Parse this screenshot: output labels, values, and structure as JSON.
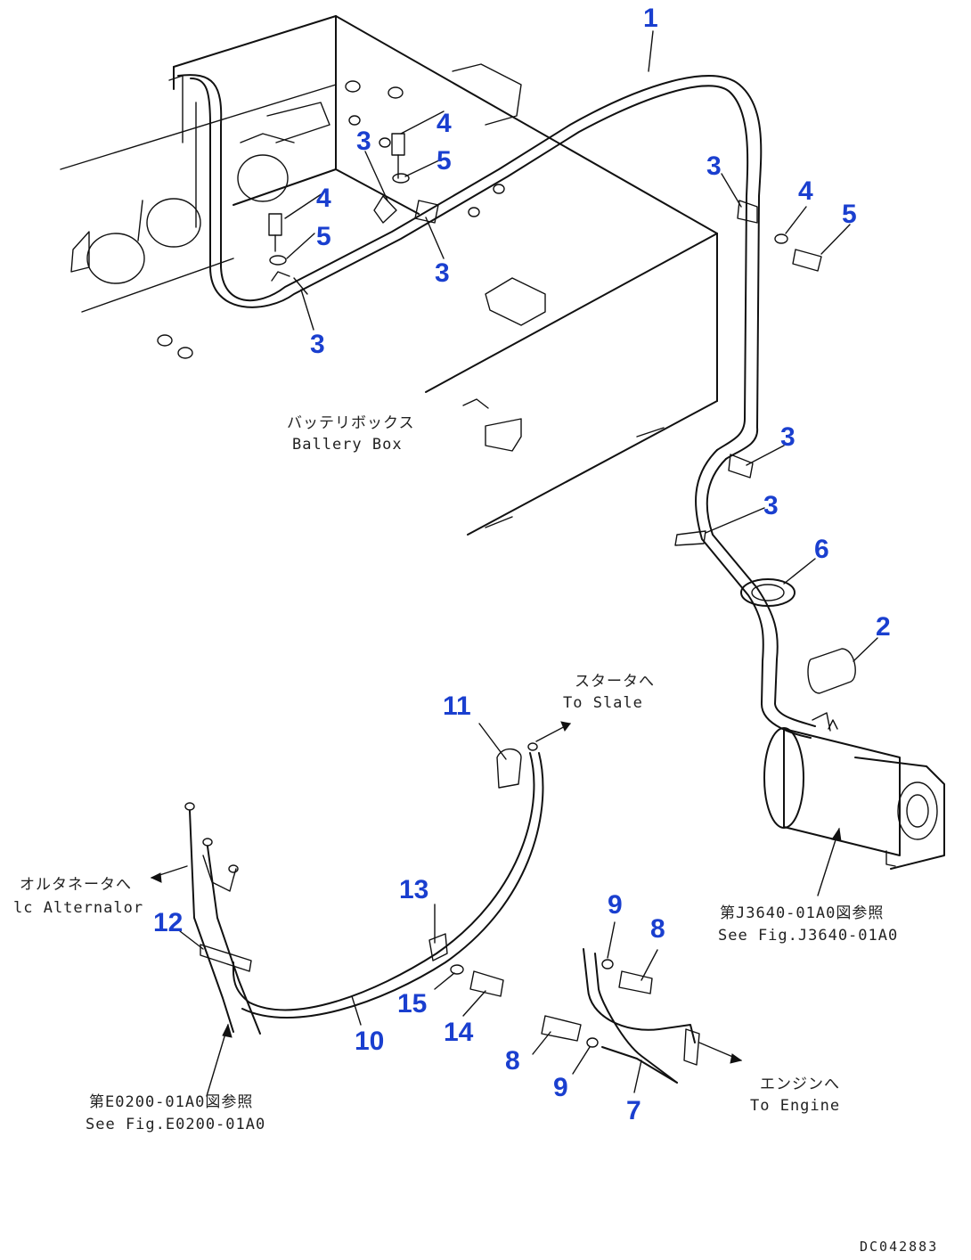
{
  "callouts": {
    "c1": "1",
    "c2": "2",
    "c3a": "3",
    "c3b": "3",
    "c3c": "3",
    "c3d": "3",
    "c3e": "3",
    "c3f": "3",
    "c4a": "4",
    "c4b": "4",
    "c4c": "4",
    "c5a": "5",
    "c5b": "5",
    "c5c": "5",
    "c6": "6",
    "c7": "7",
    "c8a": "8",
    "c8b": "8",
    "c9a": "9",
    "c9b": "9",
    "c10": "10",
    "c11": "11",
    "c12": "12",
    "c13": "13",
    "c14": "14",
    "c15": "15"
  },
  "notes": {
    "battery_box_jp": "バッテリボックス",
    "battery_box_en": "Ballery Box",
    "starter_jp": "スタータへ",
    "starter_en": "To Slale",
    "alternator_jp": "オルタネータへ",
    "alternator_en": "lc Alternalor",
    "ref_j_jp": "第J3640-01A0図参照",
    "ref_j_en": "See Fig.J3640-01A0",
    "ref_e_jp": "第E0200-01A0図参照",
    "ref_e_en": "See Fig.E0200-01A0",
    "engine_jp": "エンジンへ",
    "engine_en": "To Engine"
  },
  "doc_id": "DC042883",
  "colors": {
    "callout": "#1a3fcf",
    "line": "#111111"
  }
}
